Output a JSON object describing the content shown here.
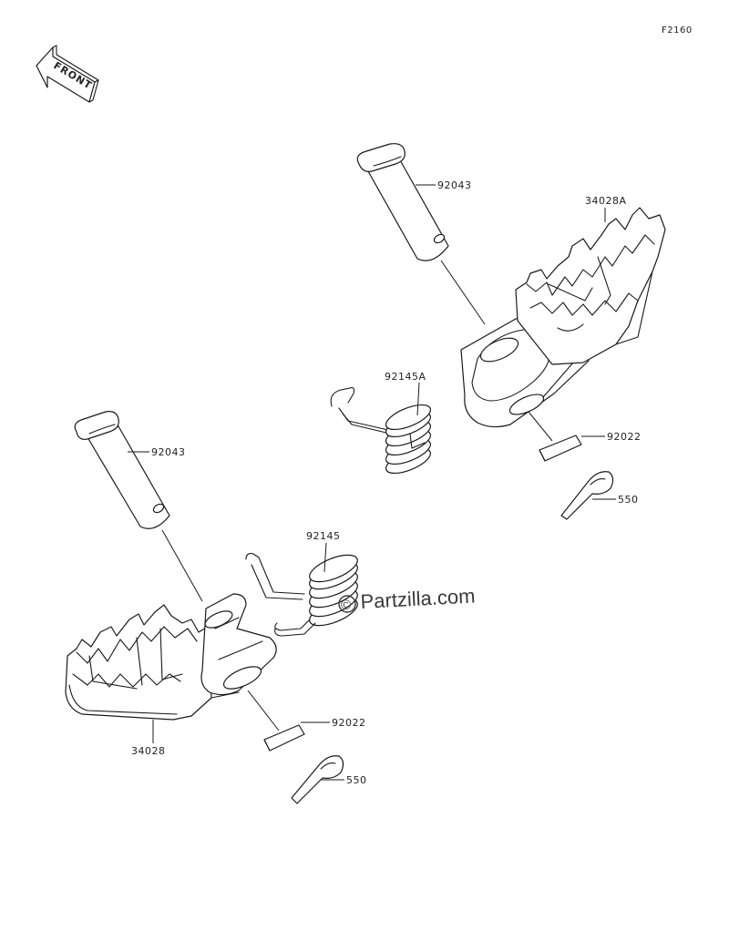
{
  "figure_code": "F2160",
  "front_badge": "FRONT",
  "watermark": "Partzilla.com",
  "watermark_symbol": "©",
  "labels": {
    "pin_upper": "92043",
    "footpeg_upper": "34028A",
    "spring_upper": "92145A",
    "washer_upper": "92022",
    "cotter_upper": "550",
    "pin_lower": "92043",
    "spring_lower": "92145",
    "washer_lower": "92022",
    "footpeg_lower": "34028",
    "cotter_lower": "550"
  }
}
